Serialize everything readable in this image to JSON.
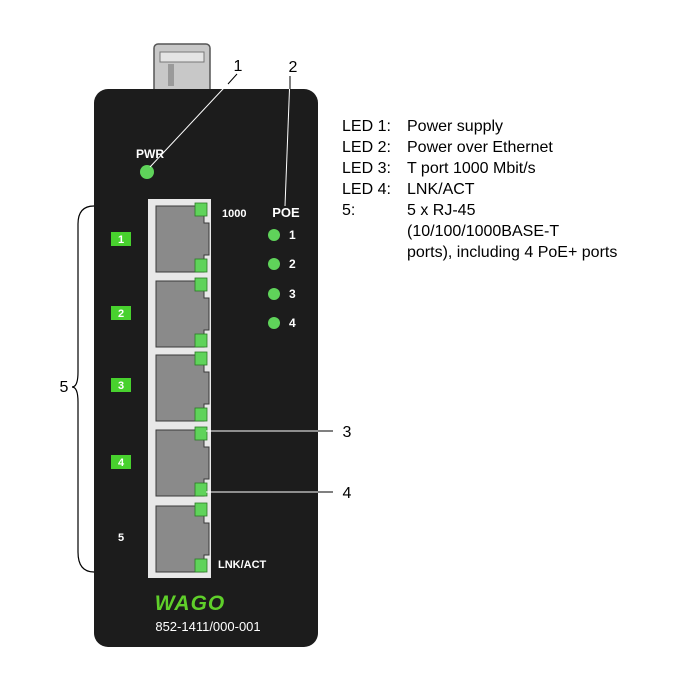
{
  "callouts": {
    "c1": "1",
    "c2": "2",
    "c3": "3",
    "c4": "4",
    "c5": "5"
  },
  "device": {
    "pwr_label": "PWR",
    "speed_label": "1000",
    "poe_label": "POE",
    "lnk_label": "LNK/ACT",
    "brand": "WAGO",
    "model": "852-1411/000-001",
    "port_labels": [
      "1",
      "2",
      "3",
      "4",
      "5"
    ],
    "poe_leds": [
      "1",
      "2",
      "3",
      "4"
    ]
  },
  "legend": [
    {
      "key": "LED 1:",
      "text": "Power supply"
    },
    {
      "key": "LED 2:",
      "text": "Power over Ethernet"
    },
    {
      "key": "LED 3:",
      "text": "T port 1000 Mbit/s"
    },
    {
      "key": "LED 4:",
      "text": "LNK/ACT"
    },
    {
      "key": "5:",
      "text": "5 x RJ-45"
    },
    {
      "key": "",
      "text": "(10/100/1000BASE-T"
    },
    {
      "key": "",
      "text": "ports), including 4 PoE+ ports"
    }
  ],
  "colors": {
    "housing": "#1c1c1c",
    "led_green": "#5fd35a",
    "label_green": "#48d12e",
    "port_gray": "#8a8a8a",
    "port_frame": "#e8e8e8",
    "brand_green": "#5fcf2a"
  }
}
